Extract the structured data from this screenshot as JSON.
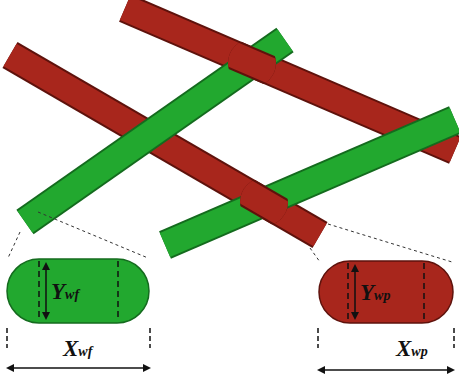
{
  "diagram": {
    "nodes": [
      {
        "text": [
          "Ywf"
        ]
      },
      {
        "text": [
          "Ywp"
        ]
      }
    ],
    "labels": [
      "Xwf",
      "Xwp"
    ]
  }
}
